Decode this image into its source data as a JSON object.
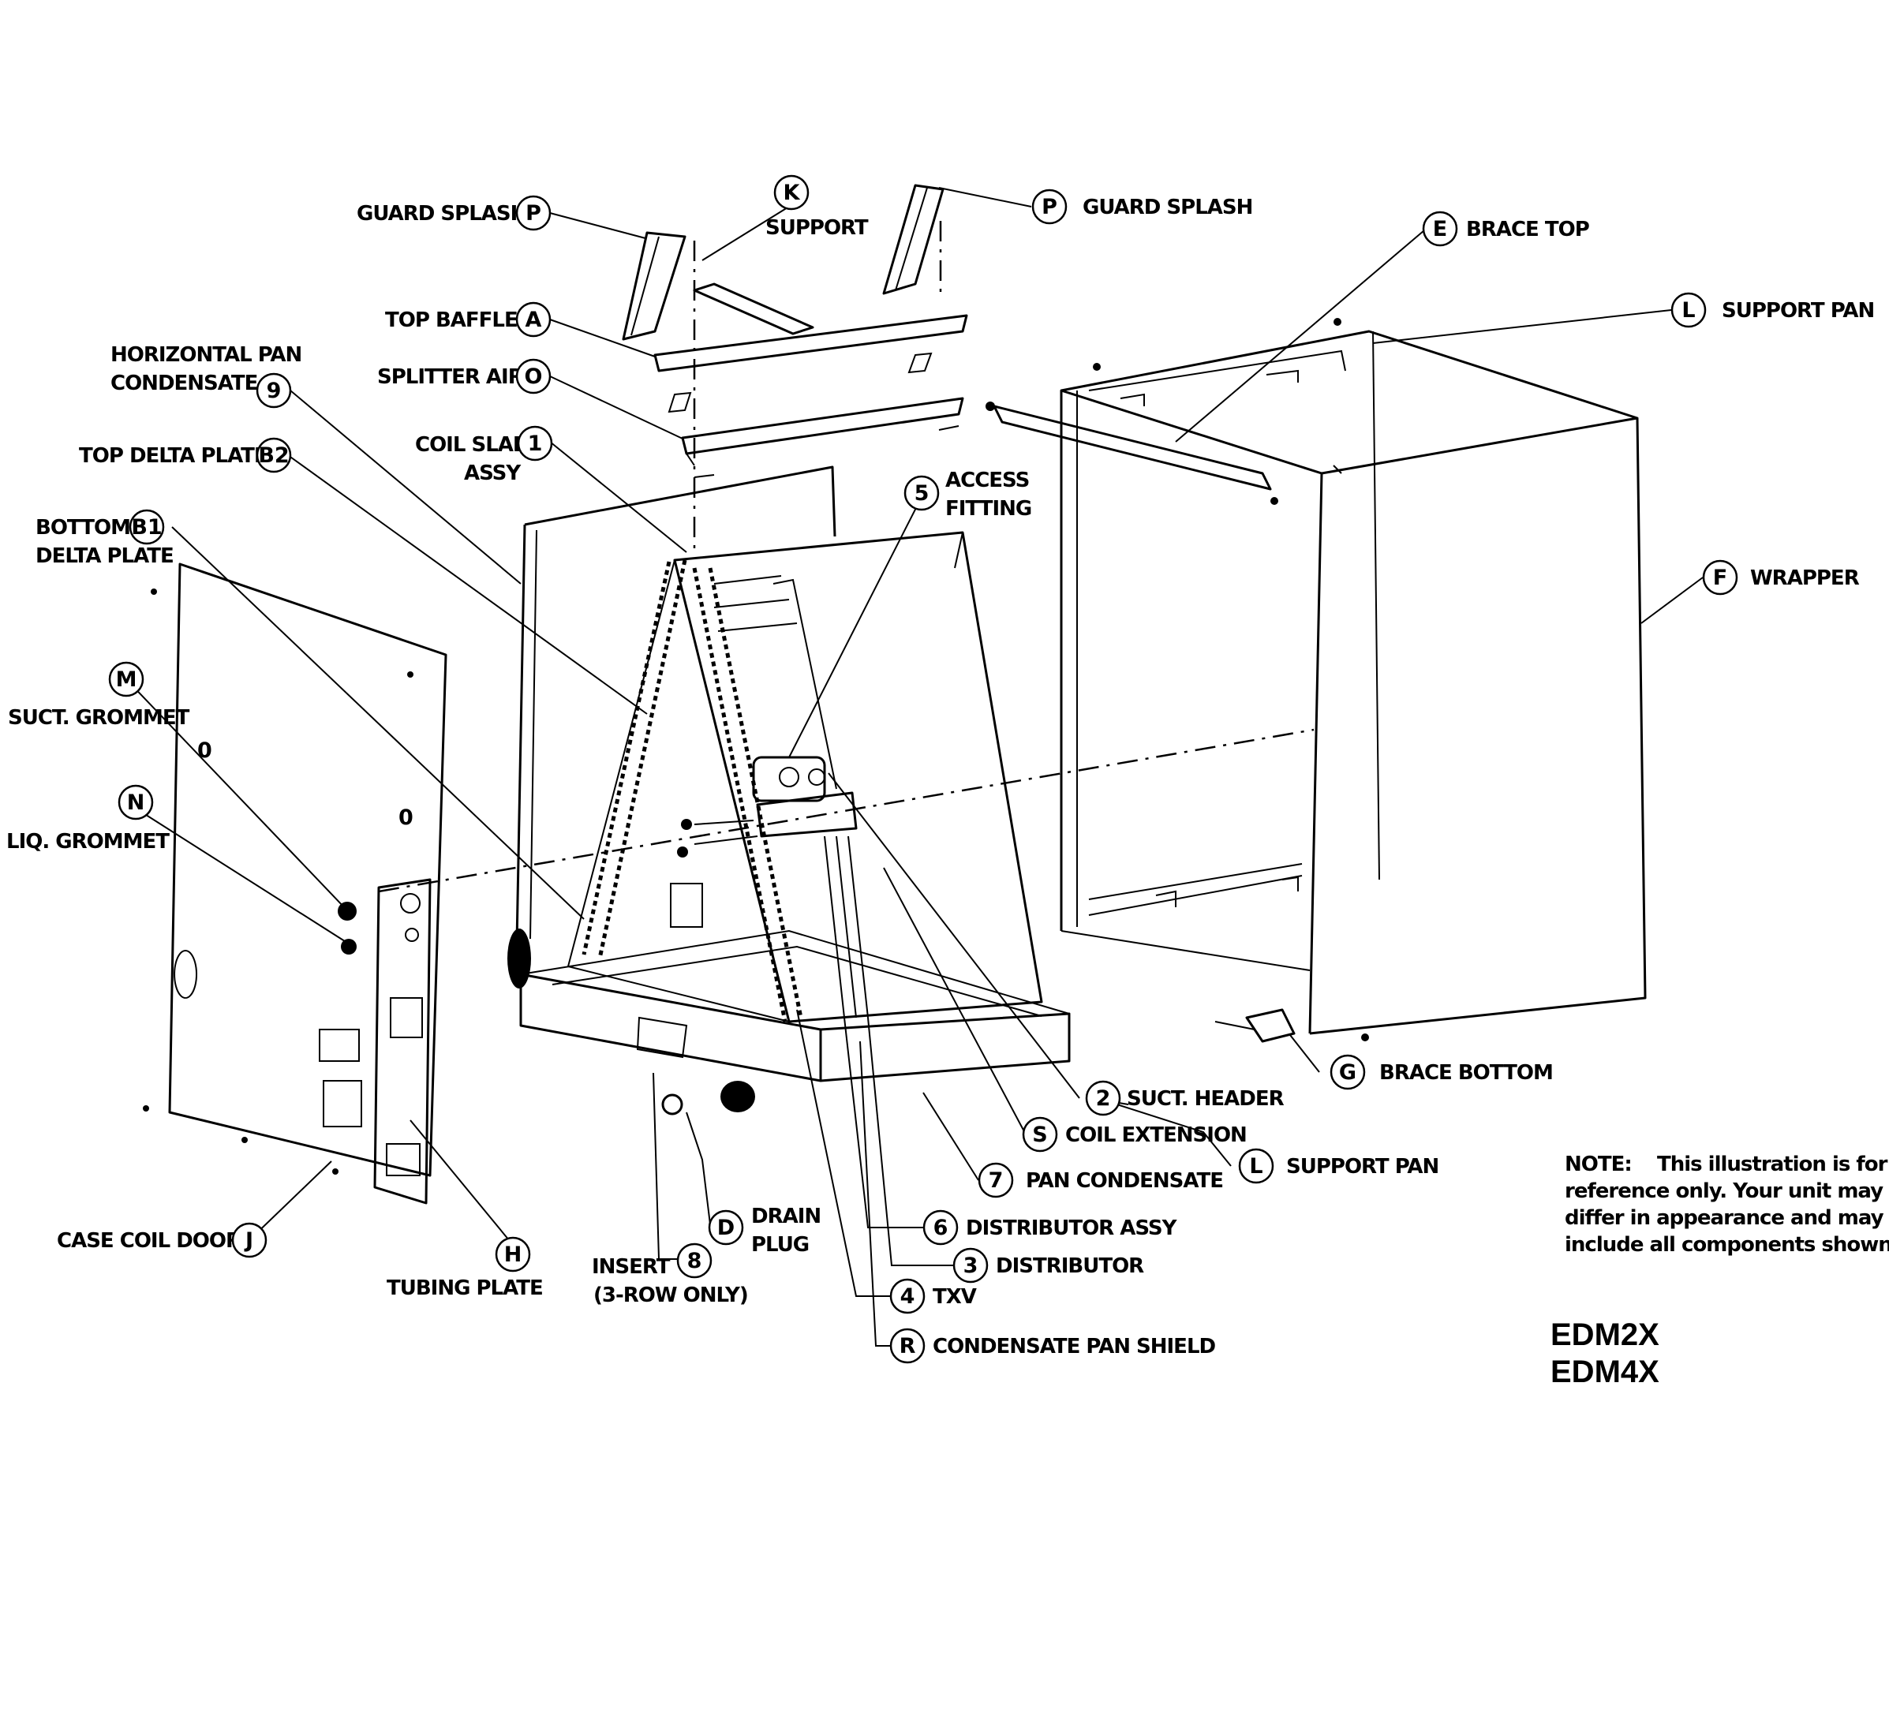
{
  "labels": {
    "P_left": {
      "key": "P",
      "text": "GUARD SPLASH"
    },
    "K": {
      "key": "K",
      "text": "SUPPORT"
    },
    "P_right": {
      "key": "P",
      "text": "GUARD SPLASH"
    },
    "E": {
      "key": "E",
      "text": "BRACE TOP"
    },
    "L_top": {
      "key": "L",
      "text": "SUPPORT PAN"
    },
    "A": {
      "key": "A",
      "text": "TOP BAFFLE"
    },
    "O": {
      "key": "O",
      "text": "SPLITTER AIR"
    },
    "n9": {
      "key": "9",
      "line1": "HORIZONTAL PAN",
      "line2": "CONDENSATE"
    },
    "n1": {
      "key": "1",
      "line1": "COIL SLAB",
      "line2": "ASSY"
    },
    "B2": {
      "key": "B2",
      "text": "TOP DELTA PLATE"
    },
    "n5": {
      "key": "5",
      "line1": "ACCESS",
      "line2": "FITTING"
    },
    "B1": {
      "key": "B1",
      "line1": "BOTTOM",
      "line2": "DELTA PLATE"
    },
    "F": {
      "key": "F",
      "text": "WRAPPER"
    },
    "M": {
      "key": "M",
      "text": "SUCT. GROMMET"
    },
    "N": {
      "key": "N",
      "text": "LIQ. GROMMET"
    },
    "G": {
      "key": "G",
      "text": "BRACE BOTTOM"
    },
    "n2": {
      "key": "2",
      "text": "SUCT. HEADER"
    },
    "S": {
      "key": "S",
      "text": "COIL EXTENSION"
    },
    "L_bottom": {
      "key": "L",
      "text": "SUPPORT PAN"
    },
    "n7": {
      "key": "7",
      "text": "PAN CONDENSATE"
    },
    "D": {
      "key": "D",
      "line1": "DRAIN",
      "line2": "PLUG"
    },
    "n6": {
      "key": "6",
      "text": "DISTRIBUTOR ASSY"
    },
    "J": {
      "key": "J",
      "text": "CASE COIL DOOR"
    },
    "H": {
      "key": "H",
      "text": "TUBING PLATE"
    },
    "n8": {
      "key": "8",
      "line1": "INSERT",
      "line2": "(3-ROW ONLY)"
    },
    "n3": {
      "key": "3",
      "text": "DISTRIBUTOR"
    },
    "n4": {
      "key": "4",
      "text": "TXV"
    },
    "R": {
      "key": "R",
      "text": "CONDENSATE PAN SHIELD"
    }
  },
  "note": {
    "heading": "NOTE:",
    "line1": "This illustration is for",
    "line2": "reference only. Your unit may",
    "line3": "differ in appearance and may not",
    "line4": "include all components shown."
  },
  "models": [
    "EDM2X",
    "EDM4X"
  ]
}
